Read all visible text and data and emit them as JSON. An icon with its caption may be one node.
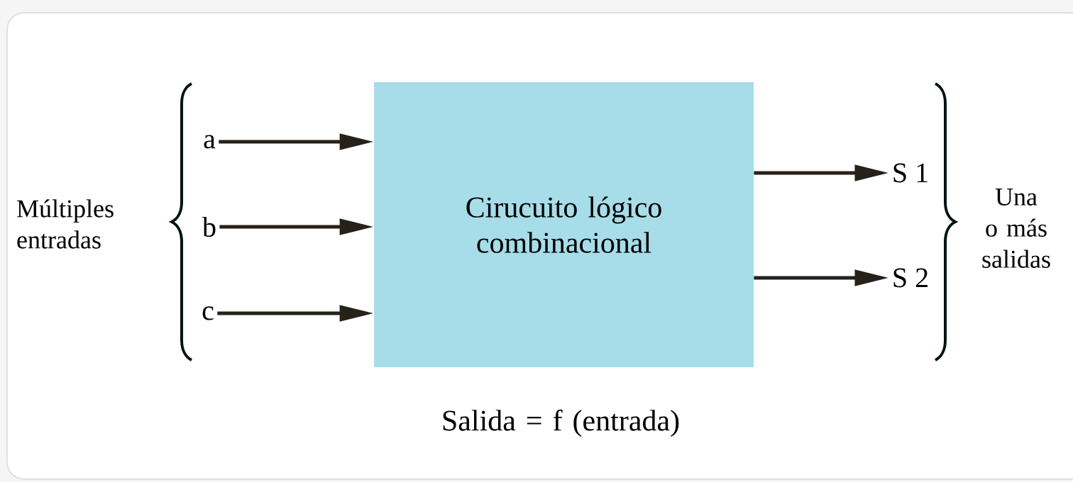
{
  "diagram": {
    "nodes": [
      {
        "text": [
          "a"
        ]
      },
      {
        "text": [
          "b"
        ]
      },
      {
        "text": [
          "c"
        ]
      },
      {
        "text": [
          "Cirucuito lógico combinacional"
        ]
      },
      {
        "text": [
          "S 1"
        ]
      },
      {
        "text": [
          "S 2"
        ]
      }
    ],
    "edges": [
      {
        "from": 0,
        "to": 3,
        "arrow": "to"
      },
      {
        "from": 1,
        "to": 3,
        "arrow": "to"
      },
      {
        "from": 2,
        "to": 3,
        "arrow": "to"
      },
      {
        "from": 3,
        "to": 4,
        "arrow": "to"
      },
      {
        "from": 3,
        "to": 5,
        "arrow": "to"
      }
    ],
    "labels": [
      "Múltiples entradas",
      "Una o más salidas",
      "Salida = f (entrada)"
    ]
  }
}
